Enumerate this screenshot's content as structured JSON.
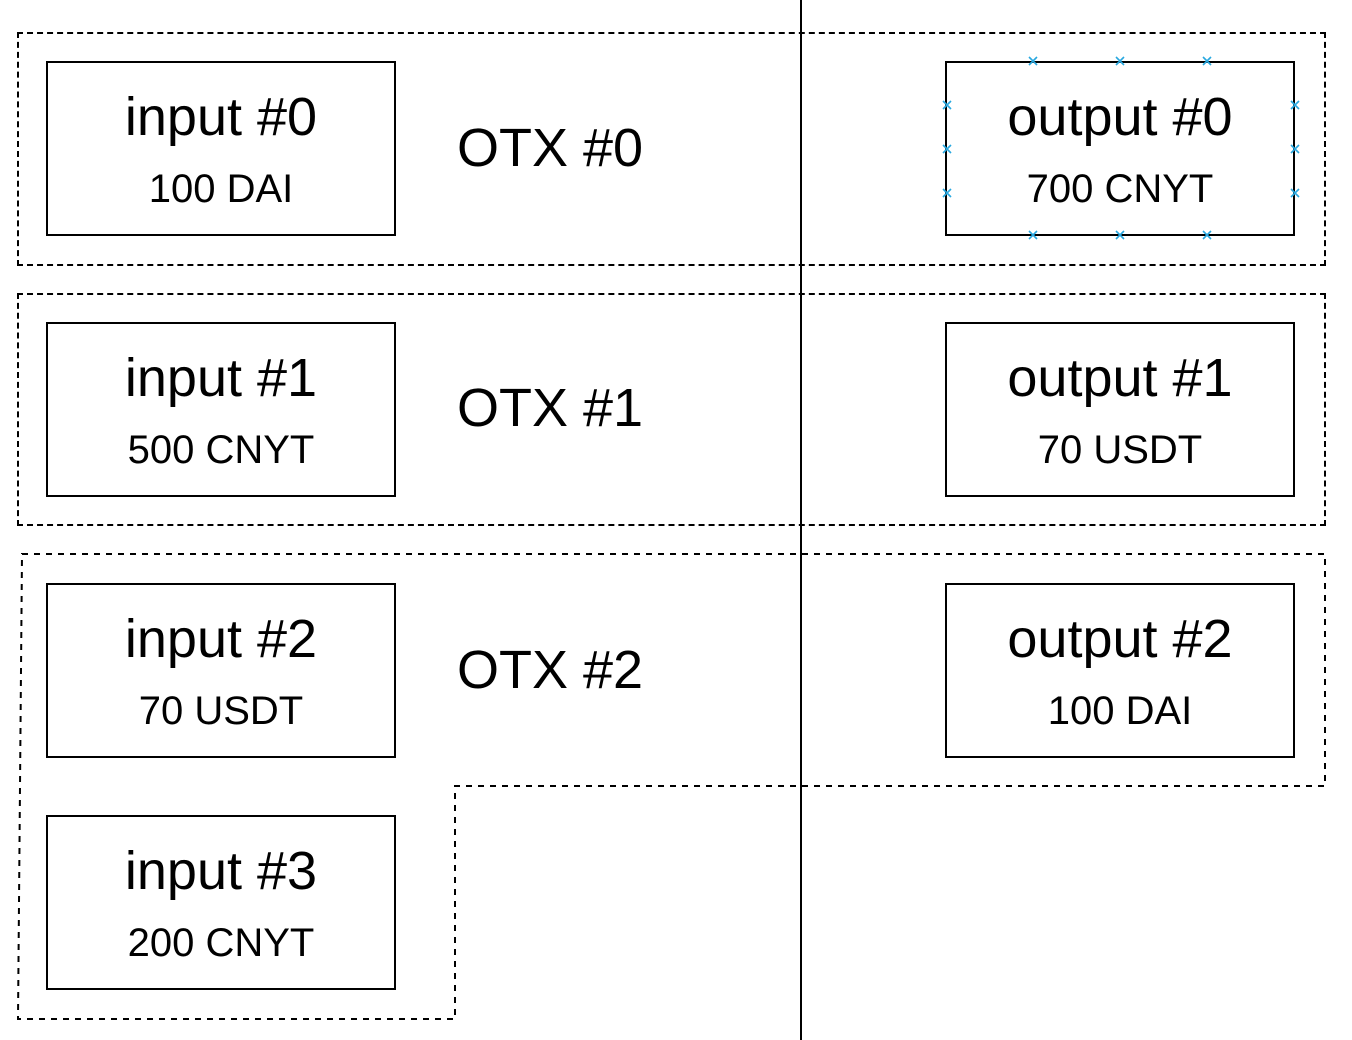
{
  "diagram": {
    "groups": [
      {
        "label": "OTX #0",
        "inputs": [
          {
            "title": "input #0",
            "amount": "100 DAI"
          }
        ],
        "outputs": [
          {
            "title": "output #0",
            "amount": "700 CNYT"
          }
        ]
      },
      {
        "label": "OTX #1",
        "inputs": [
          {
            "title": "input #1",
            "amount": "500 CNYT"
          }
        ],
        "outputs": [
          {
            "title": "output #1",
            "amount": "70 USDT"
          }
        ]
      },
      {
        "label": "OTX #2",
        "inputs": [
          {
            "title": "input #2",
            "amount": "70 USDT"
          },
          {
            "title": "input #3",
            "amount": "200 CNYT"
          }
        ],
        "outputs": [
          {
            "title": "output #2",
            "amount": "100 DAI"
          }
        ]
      }
    ],
    "colors": {
      "stroke": "#000000",
      "background": "#ffffff",
      "selection_handle": "#29a8e0"
    },
    "selected_element": "output #0"
  }
}
